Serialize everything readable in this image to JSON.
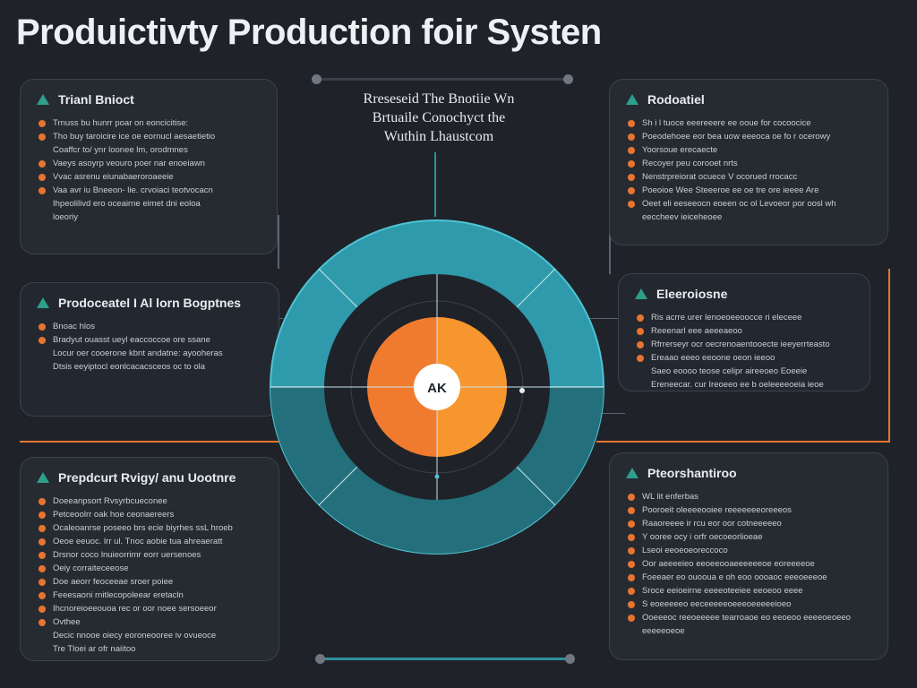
{
  "title": "Produictivty Production foir Systen",
  "center_caption": {
    "line1": "Rreseseid The Bnotiie Wn",
    "line2": "Brtuaile Conochyct the",
    "line3": "Wuthin Lhaustcom"
  },
  "hub_label": "AK",
  "panels": {
    "top_left": {
      "title": "Trianl Bnioct",
      "items": [
        {
          "text": "Trnuss bu hunrr poar on eoncicitise:",
          "dot": true
        },
        {
          "text": "Tho buy taroicire ice oe eornucl aesaetietio",
          "dot": true
        },
        {
          "text": "Coaffcr to/ ynr loonee lm, orodmnes",
          "dot": false
        },
        {
          "text": "Vaeys asoyrp  veouro poer nar enoeiawn",
          "dot": true
        },
        {
          "text": "Vvac asrenu eiunabaeroroaeeie",
          "dot": true
        },
        {
          "text": "Vaa avr iu Bneeon- lie. crvoiaci teotvocacn",
          "dot": true
        },
        {
          "text": "Ihpeolilivd ero oceairne eimet dni eoloa",
          "dot": false
        },
        {
          "text": "loeoriy",
          "dot": false
        }
      ]
    },
    "mid_left": {
      "title": "Prodoceatel I Al lorn Bogptnes",
      "items": [
        {
          "text": "Bnoac hlos",
          "dot": true
        },
        {
          "text": "Bradyut ouasst ueyl eaccoccoe ore ssane",
          "dot": true
        },
        {
          "text": "Locur oer cooerone kbnt andatne: ayooheras",
          "dot": false
        },
        {
          "text": "Dtsis eeyiptocl eonlcacacsceos oc to ola",
          "dot": false
        }
      ]
    },
    "bottom_left": {
      "title": "Prepdcurt Rvigy/ anu Uootnre",
      "items": [
        {
          "text": "Doeeanpsort  Rvsyrbcueconee",
          "dot": true
        },
        {
          "text": "Petceoolrr  oak  hoe ceonaereers",
          "dot": true
        },
        {
          "text": "Ocaleoanrse poseeo brs ecie biyrhes ssL hroeb",
          "dot": true
        },
        {
          "text": "Oeoe eeuoc. lrr ul. Tnoc aobie tua ahreaeratt",
          "dot": true
        },
        {
          "text": "Drsnor coco  lnuieorrimr eorr uersenoes",
          "dot": true
        },
        {
          "text": "Oeiy corraiteceeose",
          "dot": true
        },
        {
          "text": "Doe aeorr  feoceeae sroer poiee",
          "dot": true
        },
        {
          "text": "Feeesaoni rnitlecopoleear eretacln",
          "dot": true
        },
        {
          "text": "Ihcnoreioeeouoa  rec or oor noee sersoeeor",
          "dot": true
        },
        {
          "text": "Ovthee",
          "dot": true
        },
        {
          "text": "Decic nnooe oiecy eoroneooree iv ovueoce",
          "dot": false
        },
        {
          "text": "Tre Tloei ar  ofr naiitoo",
          "dot": false
        }
      ]
    },
    "top_right": {
      "title": "Rodoatiel",
      "items": [
        {
          "text": "Sh i l tuoce eeereeere ee ooue for cocoocice",
          "dot": true
        },
        {
          "text": "Poeodehoee eor bea uow eeeoca oe  fo r ocerowy",
          "dot": true
        },
        {
          "text": "Yoorsoue erecaecte",
          "dot": true
        },
        {
          "text": "Recoyer peu corooet nrts",
          "dot": true
        },
        {
          "text": "Nenstrpreiorat ocuece V ocorued rrocacc",
          "dot": true
        },
        {
          "text": "Poeoioe Wee  Steeeroe ee oe tre ore ieeee Are",
          "dot": true
        },
        {
          "text": "Oeet eli eeseeocn eoeen oc ol Levoeor por oosl wh",
          "dot": true
        },
        {
          "text": "eeccheev ieiceheoee",
          "dot": false
        }
      ]
    },
    "mid_right": {
      "title": "Eleeroiosne",
      "items": [
        {
          "text": "Ris acrre urer lenoeoeeoocce ri eleceee",
          "dot": true
        },
        {
          "text": "Reeenarl eee aeeeaeoo",
          "dot": true
        },
        {
          "text": "Rfrrerseyr ocr oecrenoaentooecte ieeyerrteasto",
          "dot": true
        },
        {
          "text": "Ereaao eeeo eeoone oeon ieeoo",
          "dot": true
        },
        {
          "text": "Saeo eoooo  teose celipr  aireeoeo Eoeeie",
          "dot": false
        },
        {
          "text": "Ereneecar.  cur Ireoeeo ee b oeleeeeoeia ieoe",
          "dot": false
        }
      ]
    },
    "bottom_right": {
      "title": "Pteorshantiroo",
      "items": [
        {
          "text": "WL  lit enferbas",
          "dot": true
        },
        {
          "text": "Pooroeit oleeeeooiee reeeeeeeoreeeos",
          "dot": true
        },
        {
          "text": "Raaoreeee ir rcu eor oor cotneeeeeo",
          "dot": true
        },
        {
          "text": "Y ooree  ocy i orfr oecoeorlioeae",
          "dot": true
        },
        {
          "text": "Lseoi eeoeoeoreccoco",
          "dot": true
        },
        {
          "text": "Oor aeeeeieo eeoeeooaeeeeeeoe eoreeeeoe",
          "dot": true
        },
        {
          "text": "Foeeaer eo ouooua e oh  eoo oooaoc eeeoeeeoe",
          "dot": true
        },
        {
          "text": "Sroce eeioeirne eeeeoteeiee eeoeoo eeee",
          "dot": true
        },
        {
          "text": "S eoeeeeeo eeceeeeeoeeeoeeeeeioeo",
          "dot": true
        },
        {
          "text": "Ooeeeoc reeoeeeee tearroaoe eo eeoeoo eeeeoeoeeo",
          "dot": true
        },
        {
          "text": "eeeeeoeoe",
          "dot": false
        }
      ]
    }
  },
  "colors": {
    "background": "#1f2329",
    "panel": "#262b32",
    "teal": "#2e9aab",
    "dark_teal": "#23707c",
    "orange": "#f07b2f",
    "accent_orange": "#e8742f"
  }
}
